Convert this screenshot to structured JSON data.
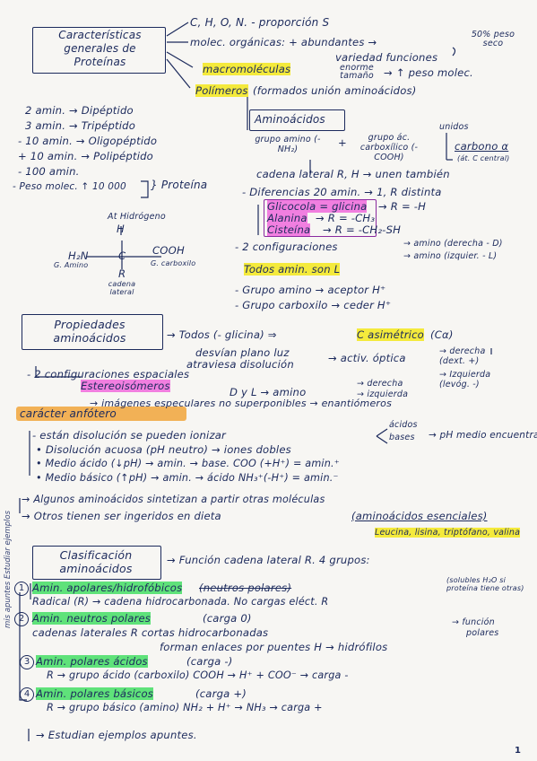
{
  "s1": {
    "box": "Características generales de Proteínas",
    "l1": "C, H, O, N. - proporción S",
    "l2a": "molec. orgánicas: + abundantes →",
    "l2b": "50% peso seco",
    "l3": "variedad funciones",
    "l4a": "macromoléculas",
    "l4b": "enorme tamaño",
    "l4c": "→ ↑ peso molec.",
    "l5a": "Polímeros",
    "l5b": "(formados unión aminoácidos)"
  },
  "peptides": [
    "2 amin. → Dipéptido",
    "3 amin. → Tripéptido",
    "- 10 amin. → Oligopéptido",
    "+ 10 amin. → Polipéptido",
    "- 100 amin.",
    "- Peso molec. ↑ 10 000"
  ],
  "proteina": "} Proteína",
  "aa": {
    "box": "Aminoácidos",
    "grupo_amino": "grupo amino (-NH₂)",
    "plus": "+",
    "grupo_acido": "grupo ác. carboxílico (-COOH)",
    "unidos": "unidos",
    "carbono": "carbono α",
    "carbono_sub": "(át. C central)",
    "cadena": "cadena lateral R, H → unen también",
    "diferencias": "- Diferencias 20 amin. → 1, R distinta",
    "glicocola": "Glicocola = glicina",
    "glicocola_r": "→ R = -H",
    "alanina": "Alanina",
    "alanina_r": "→ R = -CH₃",
    "cisteina": "Cisteína",
    "cisteina_r": "→ R = -CH₂-SH",
    "configs": "- 2 configuraciones",
    "config_d": "→ amino (derecha - D)",
    "config_l": "→ amino (izquier. - L)",
    "todos_l": "Todos amin. son L",
    "grupo_amino_acc": "- Grupo amino → aceptor H⁺",
    "grupo_carb_ced": "- Grupo carboxilo → ceder H⁺"
  },
  "formula": {
    "at_h": "At Hidrógeno",
    "h": "H",
    "h2n": "H₂N",
    "c": "C",
    "cooh": "COOH",
    "r": "R",
    "g_amino": "G. Amino",
    "g_carb": "G. carboxilo",
    "cadena": "cadena lateral"
  },
  "s2": {
    "box": "Propiedades aminoácidos",
    "todos": "→ Todos (- glicina) ⇒",
    "asim": "C asimétrico",
    "c_alpha": "(Cα)",
    "desvian": "desvían plano luz",
    "atraviesa": "atraviesa disolución",
    "activ": "→ activ. óptica",
    "dex": "→ derecha (dext. +)",
    "lev": "→ Izquierda (levóg. -)",
    "configs": "- 2 configuraciones espaciales",
    "estereo": "Estereoisómeros",
    "dyl": "D y L → amino",
    "dyl_d": "→ derecha",
    "dyl_i": "→ izquierda",
    "imagenes": "→ imágenes especulares no superponibles → enantiómeros",
    "anfotero": "carácter anfótero",
    "ionizan": "- están disolución se pueden ionizar",
    "ac_ba_1": "ácidos",
    "ac_ba_2": "bases",
    "ph_medio": "→ pH medio encuentran",
    "disolucion": "• Disolución acuosa (pH neutro) → iones dobles",
    "acido": "• Medio ácido (↓pH) → amin. → base. COO (+H⁺) = amin.⁺",
    "basico": "• Medio básico (↑pH) → amin. → ácido NH₃⁺(-H⁺) = amin.⁻",
    "sintetizan": "→ Algunos aminoácidos sintetizan a partir otras moléculas",
    "ingeridos": "→ Otros tienen ser ingeridos en dieta",
    "esenciales": "(aminoácidos esenciales)",
    "lista": "Leucina, lisina, triptófano, valina"
  },
  "s3": {
    "box": "Clasificación aminoácidos",
    "funcion": "→ Función cadena lateral R. 4 grupos:",
    "n1": "1",
    "g1": "Amin. apolares/hidrofóbicos",
    "g1_strike": "(neutros polares)",
    "g1_note": "(solubles H₂O si proteína tiene otras)",
    "g1_b": "Radical (R) → cadena hidrocarbonada. No cargas eléct. R",
    "n2": "2",
    "g2": "Amin. neutros polares",
    "g2_a": "(carga 0)",
    "g2_b": "cadenas laterales R cortas hidrocarbonadas",
    "g2_c": "→ función",
    "g2_d": "polares",
    "g2_e": "forman enlaces por puentes H → hidrófilos",
    "n3": "3",
    "g3": "Amin. polares ácidos",
    "g3_a": "(carga -)",
    "g3_b": "R → grupo ácido (carboxilo)   COOH → H⁺ + COO⁻ → carga -",
    "n4": "4",
    "g4": "Amin. polares básicos",
    "g4_a": "(carga +)",
    "g4_b": "R → grupo básico (amino)   NH₂ + H⁺ → NH₃ → carga +",
    "estudian": "→ Estudian ejemplos apuntes.",
    "side": "mis apuntes Estudiar ejemplos"
  },
  "page_number": "1"
}
